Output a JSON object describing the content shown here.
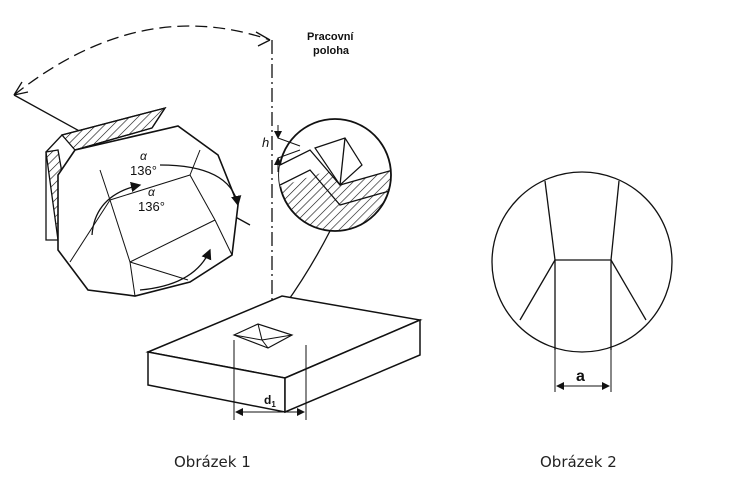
{
  "figure1": {
    "caption": "Obrázek 1",
    "working_position_line1": "Pracovní",
    "working_position_line2": "poloha",
    "depth_label": "h",
    "angle_symbol_outer": "α",
    "angle_value_outer": "136°",
    "angle_symbol_inner": "α",
    "angle_value_inner": "136°",
    "diagonal_label": "d",
    "diagonal_subscript": "1"
  },
  "figure2": {
    "caption": "Obrázek 2",
    "edge_label": "a"
  }
}
